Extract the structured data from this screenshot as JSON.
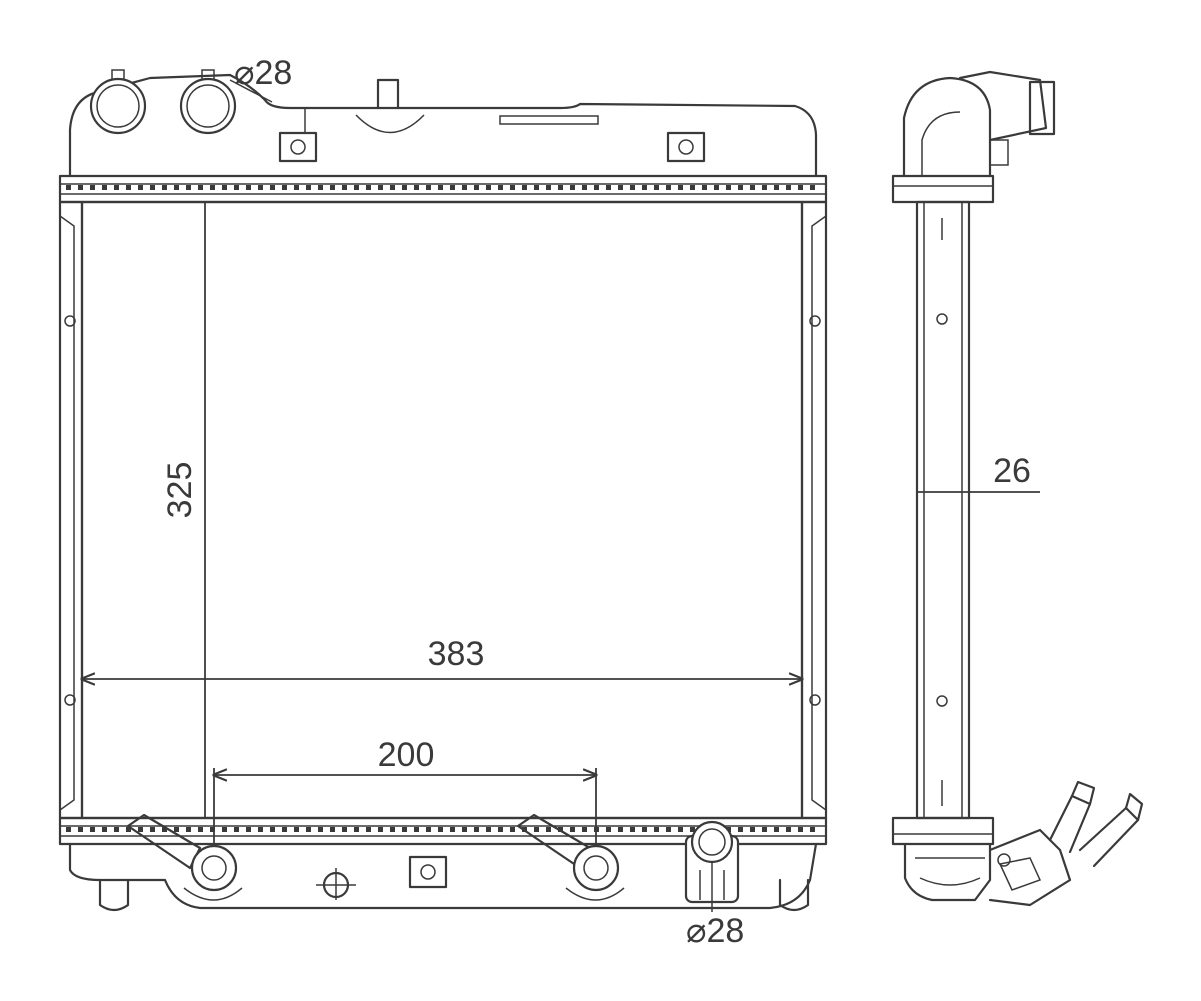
{
  "drawing": {
    "dimensions": {
      "height": "325",
      "width": "383",
      "pipe_spacing": "200",
      "core_depth": "26",
      "top_pipe_diameter": "⌀28",
      "bottom_pipe_diameter": "⌀28"
    },
    "colors": {
      "line": "#3a3a3a",
      "background": "#ffffff"
    }
  }
}
